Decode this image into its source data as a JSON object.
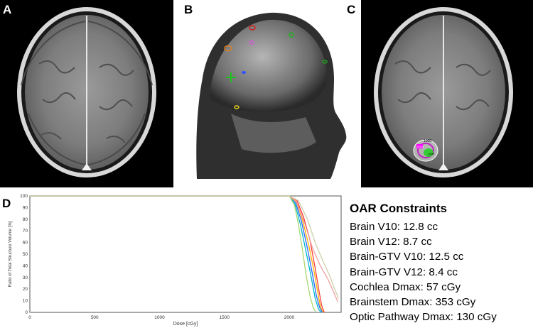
{
  "panels": {
    "a": {
      "letter": "A"
    },
    "b": {
      "letter": "B"
    },
    "c": {
      "letter": "C",
      "isodose_labels": [
        "1000",
        "2200",
        "1200"
      ]
    },
    "d": {
      "letter": "D"
    }
  },
  "constraints": {
    "title": "OAR Constraints",
    "items": [
      "Brain V10: 12.8 cc",
      "Brain V12: 8.7 cc",
      "Brain-GTV V10: 12.5 cc",
      "Brain-GTV V12: 8.4 cc",
      "Cochlea Dmax: 57 cGy",
      "Brainstem Dmax: 353 cGy",
      "Optic Pathway Dmax: 130 cGy"
    ]
  },
  "colors": {
    "ct_bg": "#000000",
    "grid": "#dddddd",
    "axis": "#333333"
  },
  "chart_data": {
    "type": "line",
    "title": "",
    "xlabel": "Dose [cGy]",
    "ylabel": "Ratio of Total Structure Volume [%]",
    "xlim": [
      0,
      2400
    ],
    "ylim": [
      0,
      100
    ],
    "xticks": [
      0,
      500,
      1000,
      1500,
      2000
    ],
    "yticks": [
      0,
      10,
      20,
      30,
      40,
      50,
      60,
      70,
      80,
      90,
      100
    ],
    "grid": true,
    "series": [
      {
        "color": "#ff3b3b",
        "x": [
          0,
          2000,
          2060,
          2110,
          2160,
          2200,
          2230,
          2250,
          2270
        ],
        "y": [
          100,
          100,
          96,
          82,
          62,
          38,
          18,
          6,
          0
        ]
      },
      {
        "color": "#ffb000",
        "x": [
          0,
          2000,
          2055,
          2100,
          2150,
          2190,
          2220,
          2240,
          2262
        ],
        "y": [
          100,
          100,
          95,
          80,
          58,
          36,
          17,
          5,
          0
        ]
      },
      {
        "color": "#2a66ff",
        "x": [
          0,
          2000,
          2050,
          2095,
          2140,
          2180,
          2210,
          2235,
          2255
        ],
        "y": [
          100,
          100,
          94,
          78,
          55,
          32,
          14,
          4,
          0
        ]
      },
      {
        "color": "#00b7c8",
        "x": [
          0,
          2000,
          2045,
          2085,
          2130,
          2170,
          2200,
          2225,
          2245
        ],
        "y": [
          100,
          100,
          93,
          76,
          52,
          30,
          12,
          3,
          0
        ]
      },
      {
        "color": "#a8d870",
        "x": [
          0,
          2000,
          2040,
          2070,
          2100,
          2130,
          2160,
          2185,
          2205
        ],
        "y": [
          100,
          100,
          92,
          76,
          55,
          32,
          14,
          4,
          0
        ]
      },
      {
        "color": "#f0a0a0",
        "x": [
          0,
          2000,
          2060,
          2120,
          2180,
          2240,
          2300,
          2340,
          2375
        ],
        "y": [
          100,
          100,
          94,
          76,
          55,
          40,
          28,
          18,
          9
        ]
      },
      {
        "color": "#cfcfaa",
        "x": [
          0,
          2000,
          2070,
          2140,
          2200,
          2260,
          2310,
          2350,
          2380
        ],
        "y": [
          100,
          100,
          96,
          80,
          60,
          44,
          32,
          20,
          12
        ]
      }
    ]
  }
}
